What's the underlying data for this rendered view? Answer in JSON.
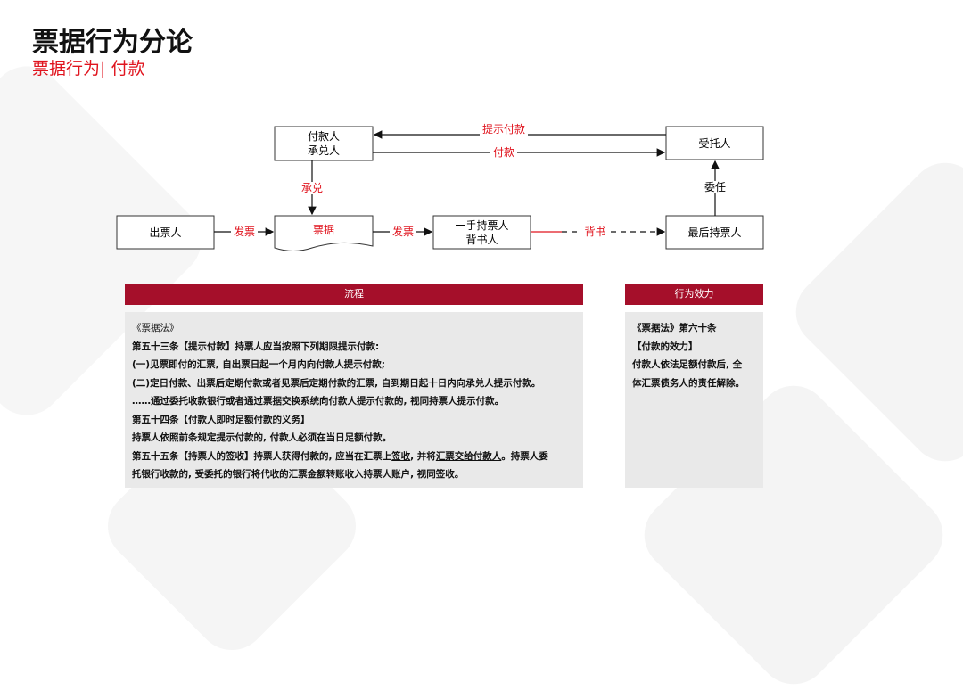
{
  "title": "票据行为分论",
  "subtitle": "票据行为| 付款",
  "diagram": {
    "payer": [
      "付款人",
      "承兑人"
    ],
    "trustee": "受托人",
    "drawer": "出票人",
    "bill": "票据",
    "first_holder": [
      "一手持票人",
      "背书人"
    ],
    "last_holder": "最后持票人",
    "present_payment": "提示付款",
    "payment": "付款",
    "acceptance": "承兑",
    "issue1": "发票",
    "issue2": "发票",
    "endorse": "背书",
    "entrust": "委任"
  },
  "colors": {
    "accent": "#a50f2a",
    "red_text": "#e0141e"
  },
  "process": {
    "header": "流程",
    "lines": [
      "《票据法》",
      "第五十三条【提示付款】持票人应当按照下列期限提示付款:",
      "(一)见票即付的汇票, 自出票日起一个月内向付款人提示付款;",
      "(二)定日付款、出票后定期付款或者见票后定期付款的汇票, 自到期日起十日内向承兑人提示付款。",
      "……通过委托收款银行或者通过票据交换系统向付款人提示付款的, 视同持票人提示付款。",
      "第五十四条【付款人即时足额付款的义务】",
      "持票人依照前条规定提示付款的, 付款人必须在当日足额付款。"
    ],
    "line8a": "第五十五条【持票人的签收】持票人获得付款的, 应当在汇票上",
    "line8u1": "签收",
    "line8b": ", 并将",
    "line8u2": "汇票交给付款人",
    "line8c": "。持票人委",
    "line9": "托银行收款的, 受委托的银行将代收的汇票金额转账收入持票人账户, 视同签收。"
  },
  "effect": {
    "header": "行为效力",
    "lines": [
      "《票据法》第六十条",
      "【付款的效力】",
      "付款人依法足额付款后, 全",
      "体汇票债务人的责任解除。"
    ]
  }
}
